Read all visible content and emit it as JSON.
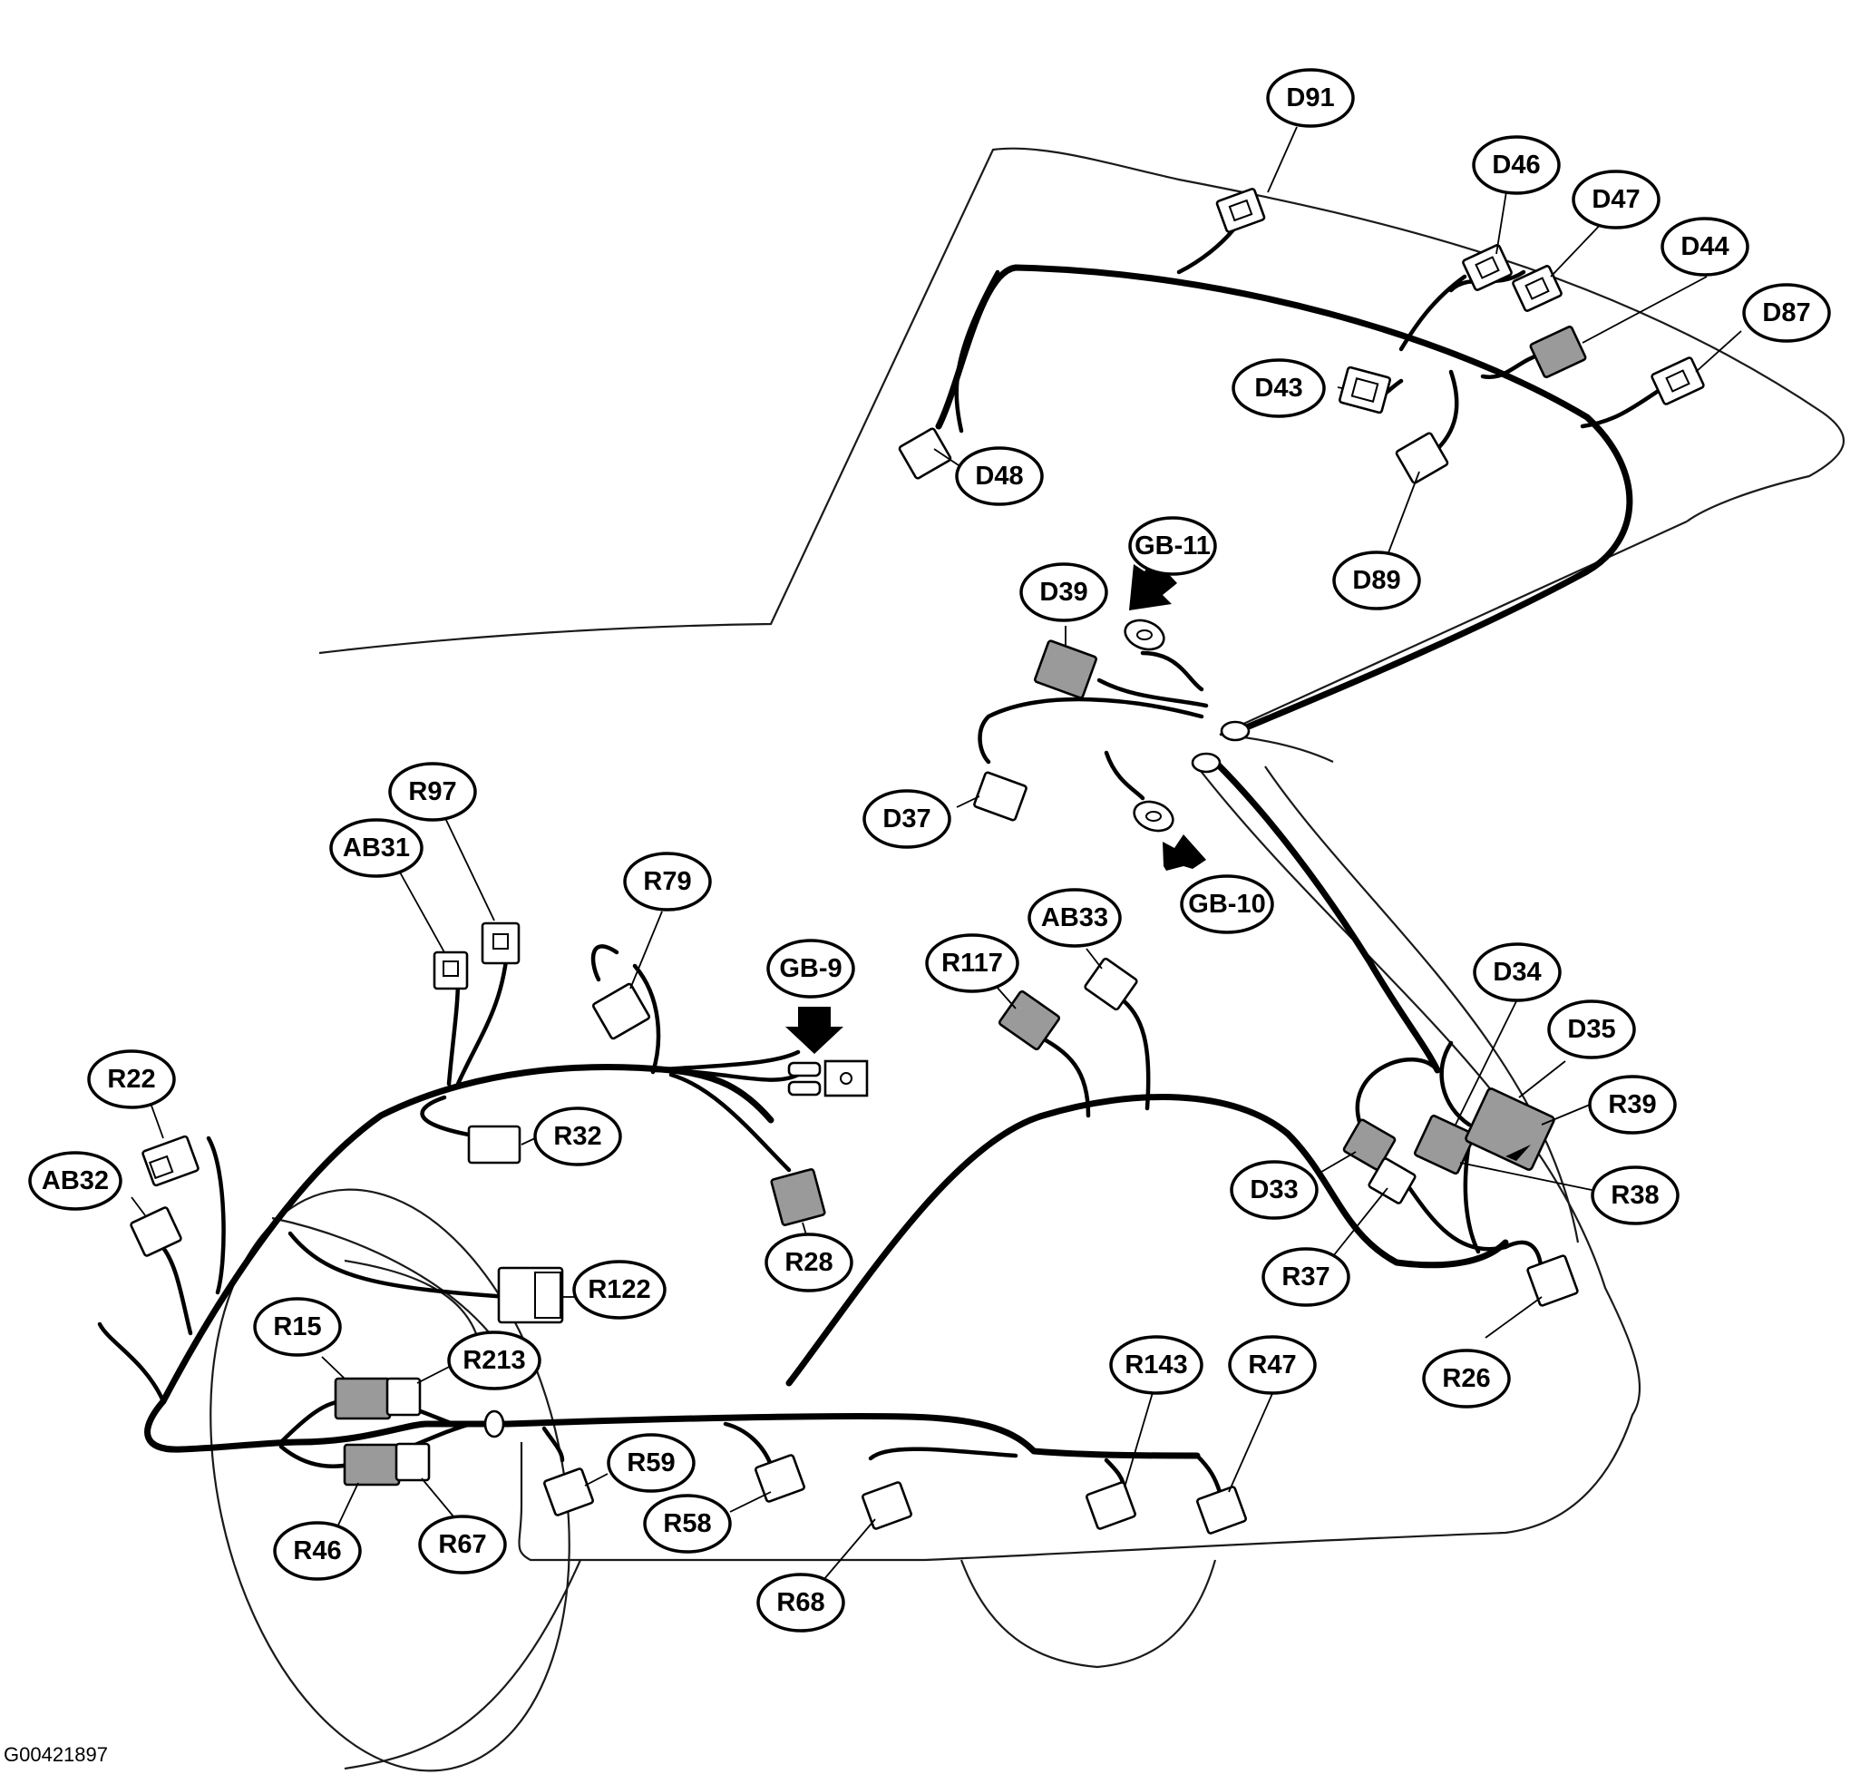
{
  "figure_id": "G00421897",
  "labels": {
    "D91": "D91",
    "D46": "D46",
    "D47": "D47",
    "D44": "D44",
    "D87": "D87",
    "D43": "D43",
    "D48": "D48",
    "D89": "D89",
    "GB11": "GB-11",
    "D39": "D39",
    "D37": "D37",
    "GB10": "GB-10",
    "R97": "R97",
    "AB31": "AB31",
    "R79": "R79",
    "GB9": "GB-9",
    "R117": "R117",
    "AB33": "AB33",
    "D34": "D34",
    "D35": "D35",
    "R39": "R39",
    "R22": "R22",
    "R32": "R32",
    "AB32": "AB32",
    "D33": "D33",
    "R38": "R38",
    "R28": "R28",
    "R37": "R37",
    "R122": "R122",
    "R26": "R26",
    "R15": "R15",
    "R213": "R213",
    "R143": "R143",
    "R47": "R47",
    "R59": "R59",
    "R58": "R58",
    "R46": "R46",
    "R67": "R67",
    "R68": "R68"
  }
}
